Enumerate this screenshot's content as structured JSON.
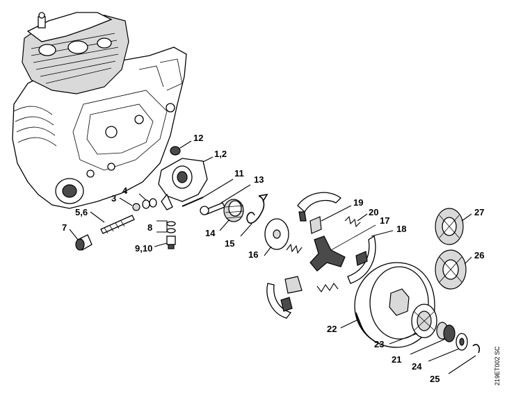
{
  "labels": {
    "p1_2": "1,2",
    "p3": "3",
    "p4": "4",
    "p5_6": "5,6",
    "p7": "7",
    "p8": "8",
    "p9_10": "9,10",
    "p11": "11",
    "p12": "12",
    "p13": "13",
    "p14": "14",
    "p15": "15",
    "p16": "16",
    "p17": "17",
    "p18": "18",
    "p19": "19",
    "p20": "20",
    "p21": "21",
    "p22": "22",
    "p23": "23",
    "p24": "24",
    "p25": "25",
    "p26": "26",
    "p27": "27"
  },
  "drawing_code": "219ET002 SC"
}
